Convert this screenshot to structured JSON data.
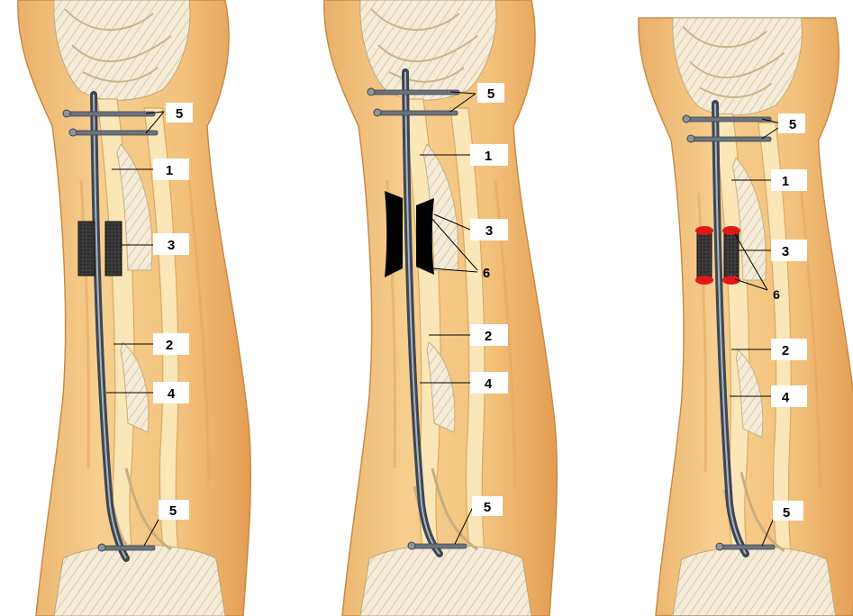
{
  "panels": [
    {
      "id": "left",
      "labels": {
        "l1": "1",
        "l2": "2",
        "l3": "3",
        "l4": "4",
        "l5a": "5",
        "l5b": "5"
      }
    },
    {
      "id": "middle",
      "labels": {
        "l1": "1",
        "l2": "2",
        "l3": "3",
        "l4": "4",
        "l5a": "5",
        "l5b": "5",
        "l6": "6"
      }
    },
    {
      "id": "right",
      "labels": {
        "l1": "1",
        "l2": "2",
        "l3": "3",
        "l4": "4",
        "l5a": "5",
        "l5b": "5",
        "l6": "6"
      }
    }
  ],
  "colors": {
    "skin": "#f3c27d",
    "skin_light": "#f8d9a4",
    "skin_dark": "#e6a45a",
    "bone": "#fbe6b8",
    "tendon": "#f2ebd9",
    "rod": "#45515e",
    "rod_highlight": "#9aa6b3",
    "device_dark": "#2a2a2a",
    "device_black": "#000000",
    "red_cap": "#e01818",
    "label_bg": "#ffffff",
    "label_text": "#000000"
  }
}
